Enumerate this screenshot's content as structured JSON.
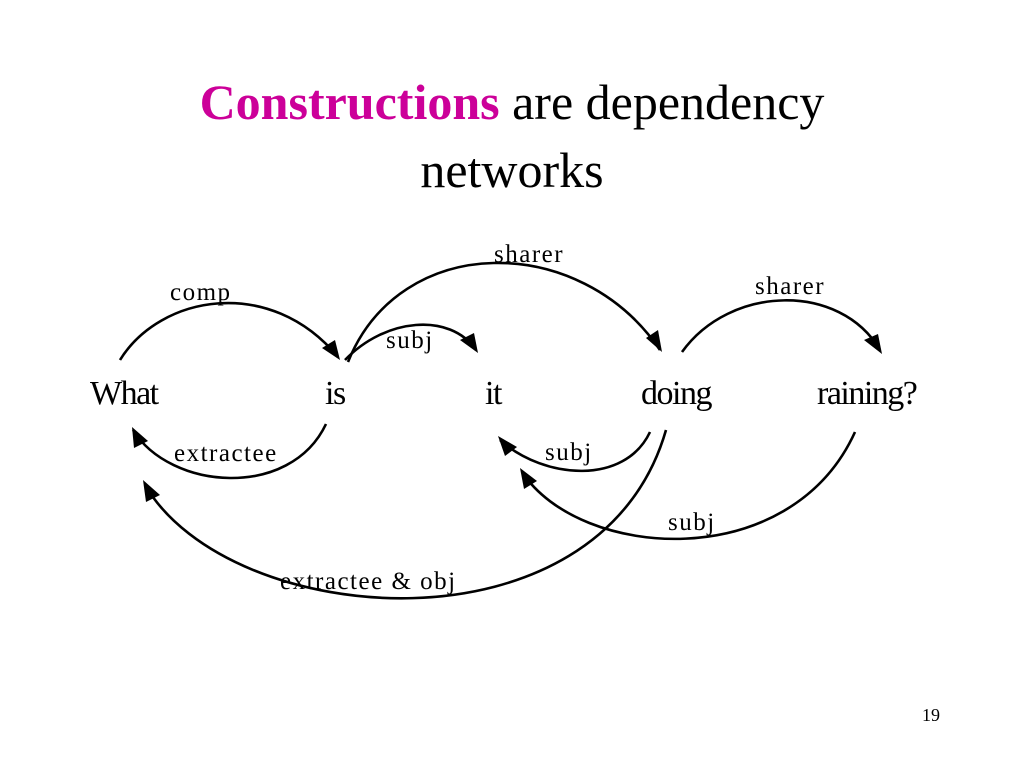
{
  "slide": {
    "title_highlight": "Constructions",
    "title_rest": " are dependency",
    "title_line2": "networks",
    "page_number": "19",
    "highlight_color": "#cc0099"
  },
  "words": [
    "What",
    "is",
    "it",
    "doing",
    "raining?"
  ],
  "dependencies": [
    {
      "label": "comp",
      "from": "What",
      "to": "is",
      "side": "above"
    },
    {
      "label": "sharer",
      "from": "is",
      "to": "doing",
      "side": "above"
    },
    {
      "label": "subj",
      "from": "is",
      "to": "it",
      "side": "above"
    },
    {
      "label": "sharer",
      "from": "doing",
      "to": "raining?",
      "side": "above"
    },
    {
      "label": "extractee",
      "from": "is",
      "to": "What",
      "side": "below"
    },
    {
      "label": "subj",
      "from": "doing",
      "to": "it",
      "side": "below"
    },
    {
      "label": "subj",
      "from": "raining?",
      "to": "it",
      "side": "below"
    },
    {
      "label": "extractee & obj",
      "from": "doing",
      "to": "What",
      "side": "below"
    }
  ]
}
